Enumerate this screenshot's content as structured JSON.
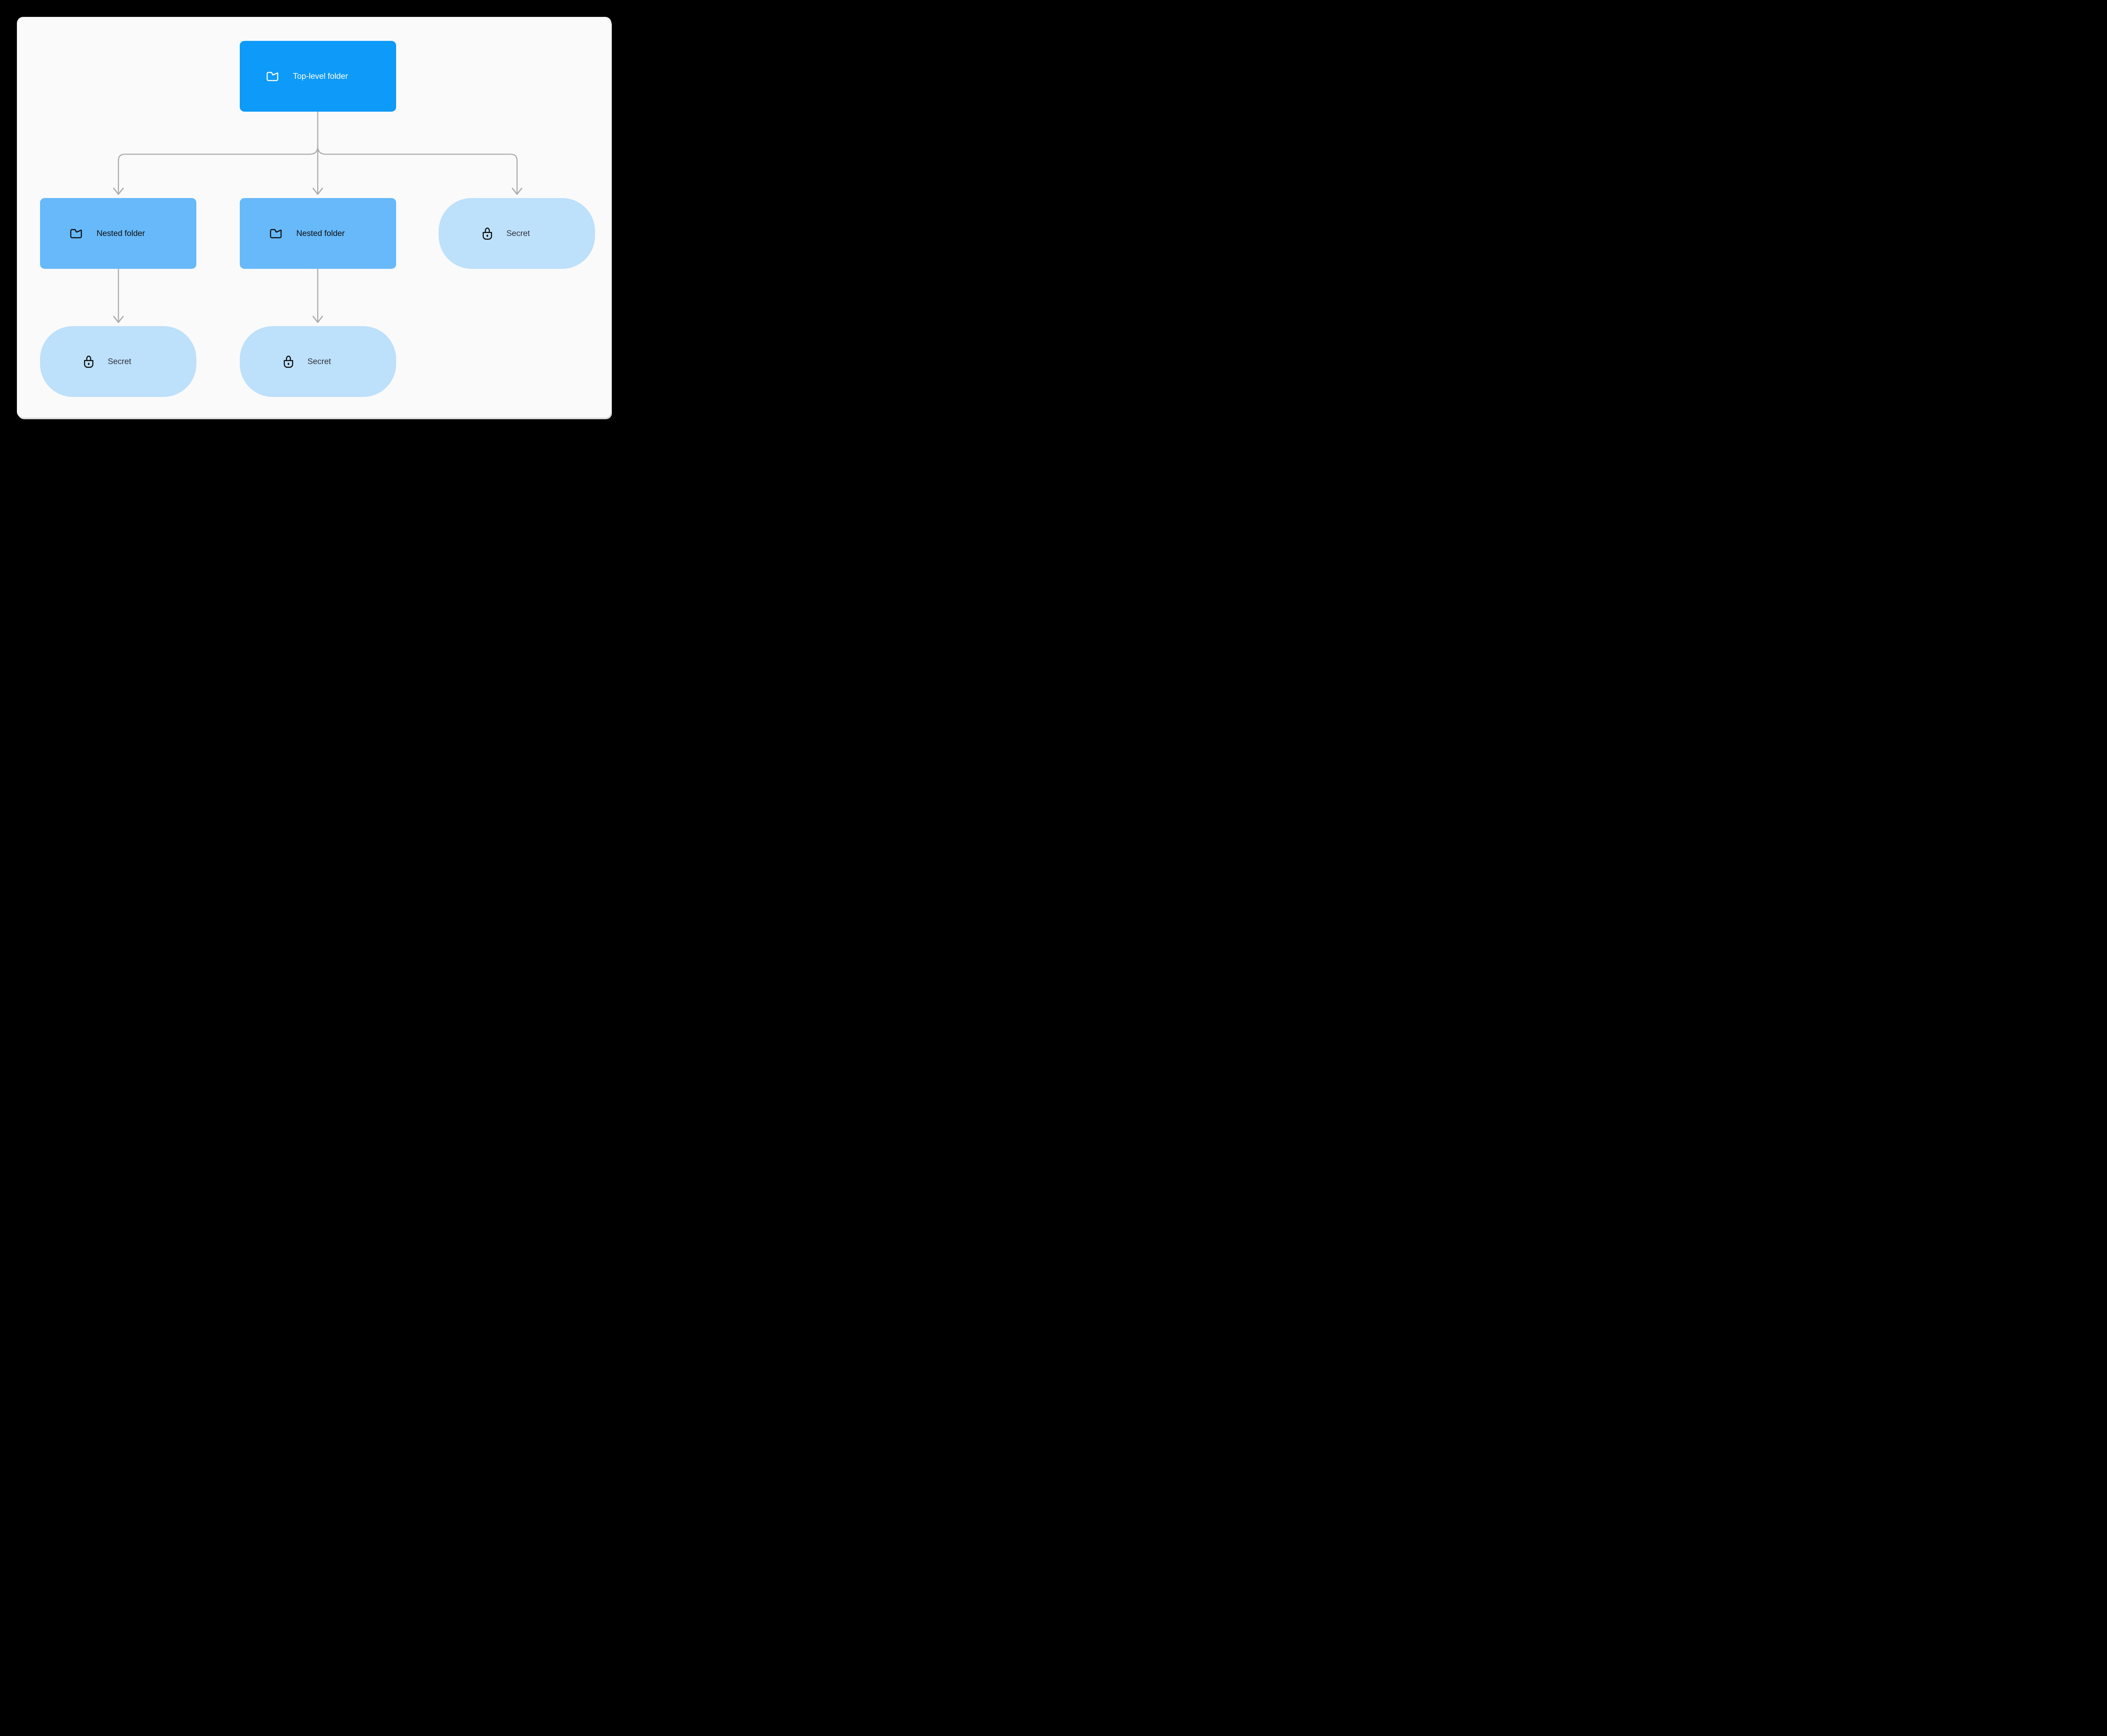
{
  "diagram": {
    "description": "Folder hierarchy diagram",
    "nodes": [
      {
        "label": "Top-level folder",
        "icon": "folder-icon",
        "variant": "primary",
        "shape": "rect"
      },
      {
        "label": "Nested folder",
        "icon": "folder-icon",
        "variant": "secondary",
        "shape": "rect"
      },
      {
        "label": "Nested folder",
        "icon": "folder-icon",
        "variant": "secondary",
        "shape": "rect"
      },
      {
        "label": "Secret",
        "icon": "lock-icon",
        "variant": "tertiary",
        "shape": "pill"
      },
      {
        "label": "Secret",
        "icon": "lock-icon",
        "variant": "tertiary",
        "shape": "pill"
      },
      {
        "label": "Secret",
        "icon": "lock-icon",
        "variant": "tertiary",
        "shape": "pill"
      }
    ],
    "edges": [
      {
        "from": "top-level-folder",
        "to": "nested-folder-left"
      },
      {
        "from": "top-level-folder",
        "to": "nested-folder-middle"
      },
      {
        "from": "top-level-folder",
        "to": "secret-right"
      },
      {
        "from": "nested-folder-left",
        "to": "secret-left"
      },
      {
        "from": "nested-folder-middle",
        "to": "secret-middle"
      }
    ]
  },
  "colors": {
    "frame": "#000000",
    "canvas": "#FAFAFA",
    "primary_node": "#0E9AF8",
    "secondary_node": "#67B9F9",
    "tertiary_node": "#BDE0FB",
    "connector": "#ACACAC",
    "text_on_primary": "#FFFFFF",
    "text_on_secondary": "#0D0E10",
    "text_on_tertiary": "#2E3439"
  }
}
